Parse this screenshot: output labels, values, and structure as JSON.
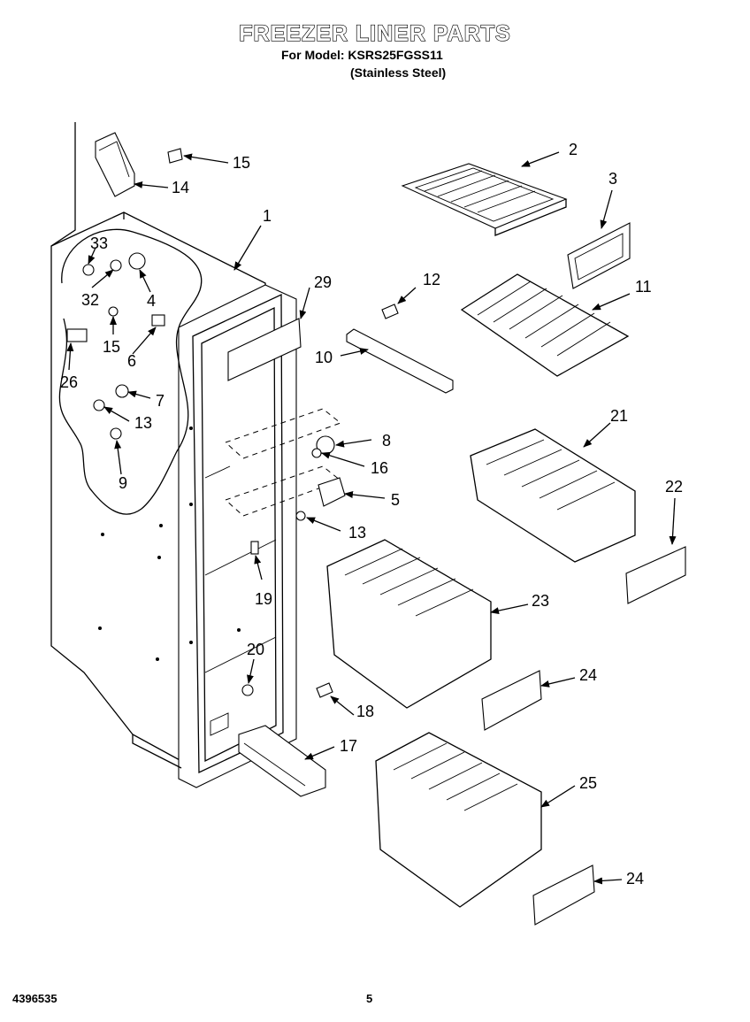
{
  "header": {
    "title": "FREEZER LINER PARTS",
    "model_line": "For Model: KSRS25FGSS11",
    "finish_line": "(Stainless Steel)"
  },
  "footer": {
    "document_number": "4396535",
    "page_number": "5"
  },
  "callouts": {
    "c1": "1",
    "c2": "2",
    "c3": "3",
    "c4": "4",
    "c5": "5",
    "c6": "6",
    "c7": "7",
    "c8": "8",
    "c9": "9",
    "c10": "10",
    "c11": "11",
    "c12": "12",
    "c13a": "13",
    "c13b": "13",
    "c14": "14",
    "c15a": "15",
    "c15b": "15",
    "c16": "16",
    "c17": "17",
    "c18": "18",
    "c19": "19",
    "c20": "20",
    "c21": "21",
    "c22": "22",
    "c23": "23",
    "c24a": "24",
    "c24b": "24",
    "c25": "25",
    "c26": "26",
    "c29": "29",
    "c32": "32",
    "c33": "33"
  }
}
